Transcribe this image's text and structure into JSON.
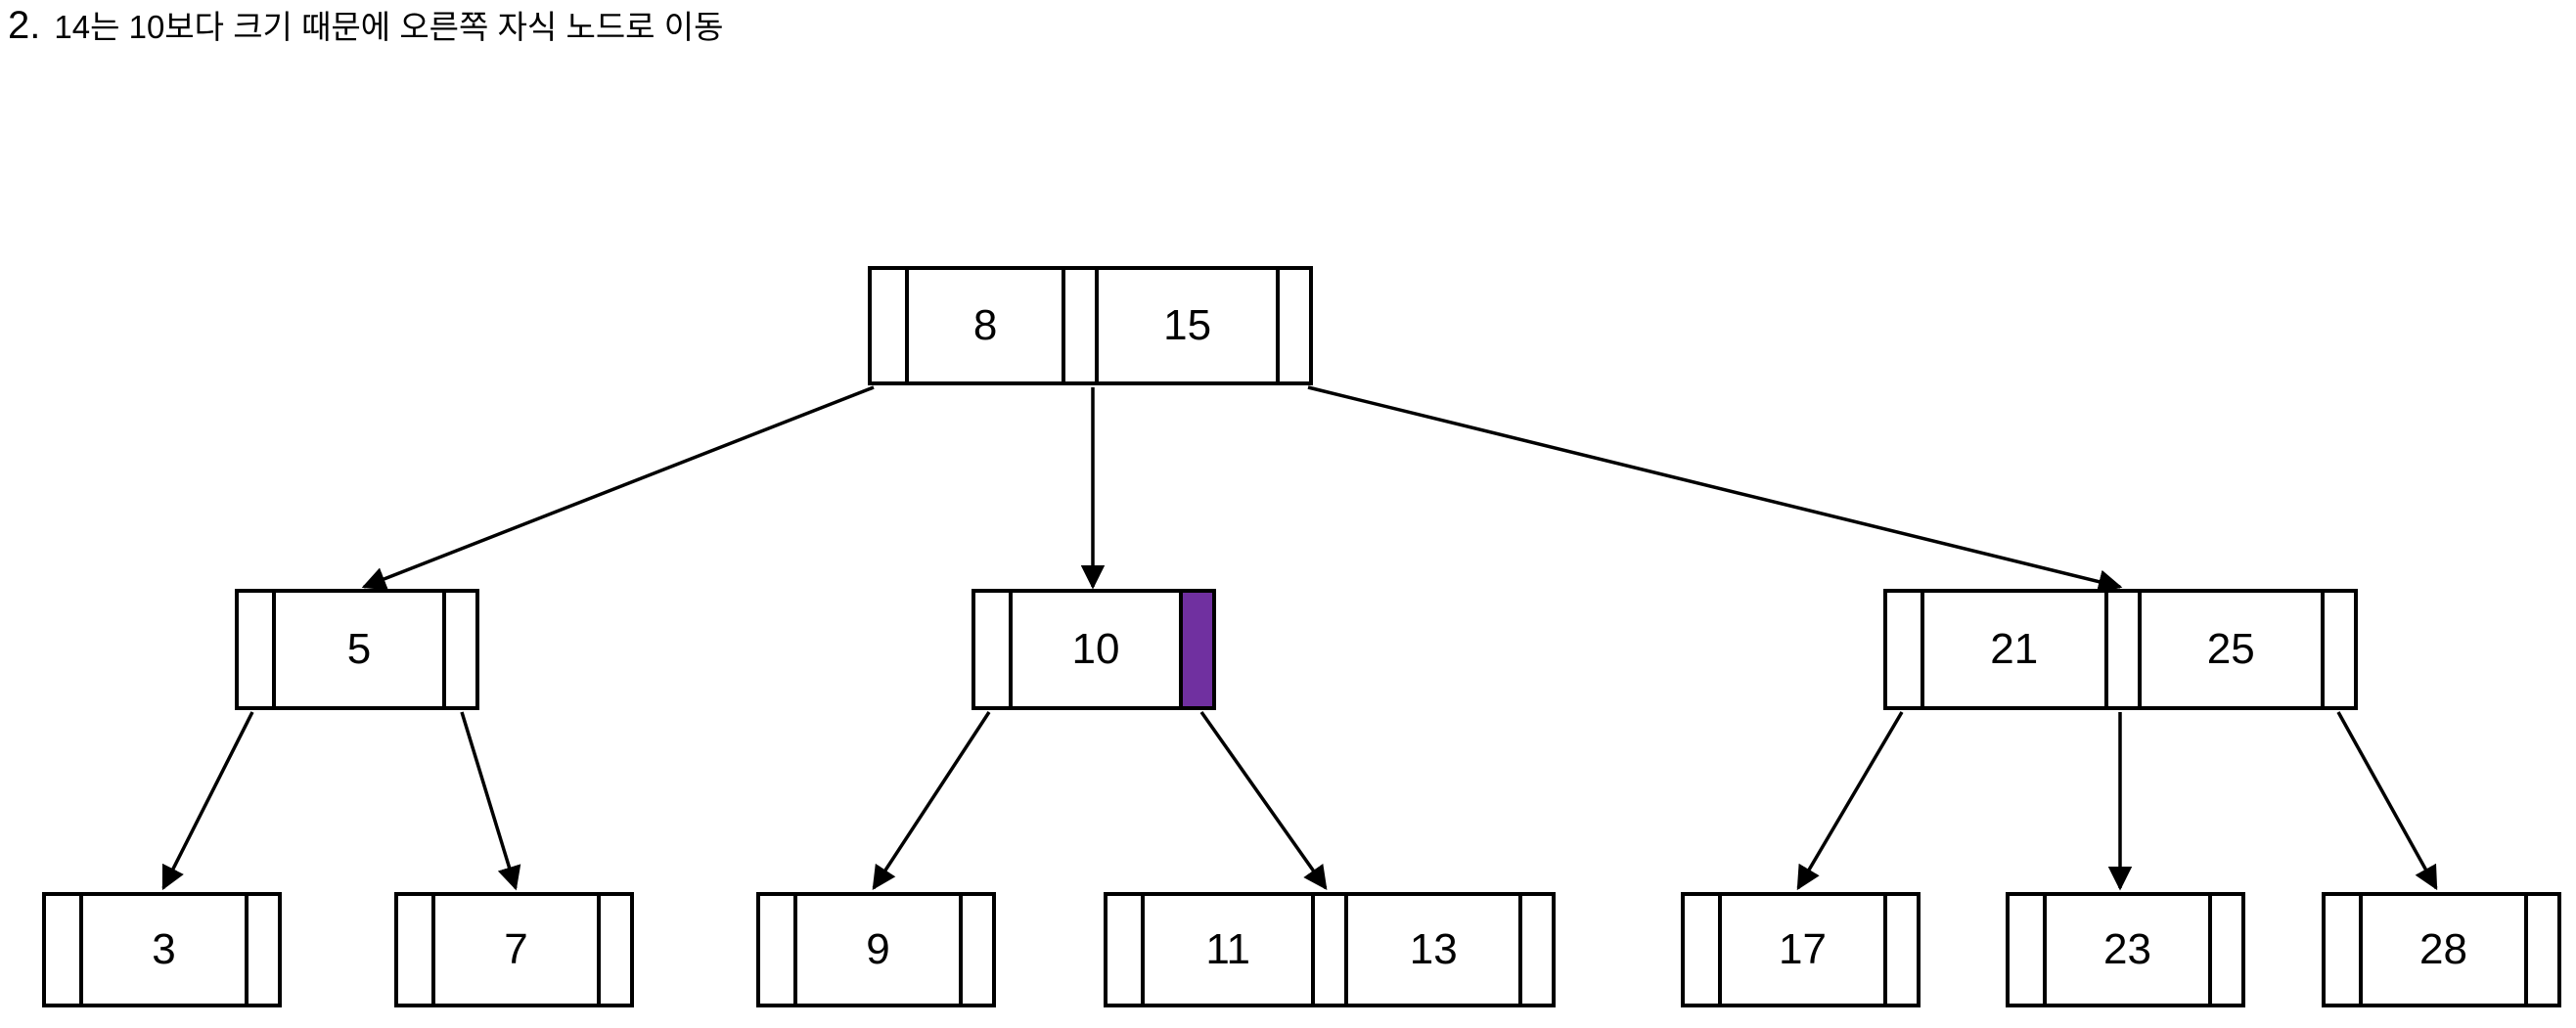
{
  "caption": {
    "number": "2.",
    "text": "14는 10보다 크기 때문에 오른쪽 자식 노드로 이동"
  },
  "colors": {
    "highlight": "#7030A0",
    "stroke": "#000000",
    "node_fill": "#FFFFFF",
    "background": "#FFFFFF"
  },
  "tree": {
    "type": "b-tree",
    "levels": 3,
    "root": {
      "name": "root-node",
      "keys": [
        "8",
        "15"
      ],
      "pointers": 3,
      "highlighted_pointer": null
    },
    "internal": [
      {
        "name": "node-5",
        "keys": [
          "5"
        ],
        "pointers": 2,
        "highlighted_pointer": null
      },
      {
        "name": "node-10",
        "keys": [
          "10"
        ],
        "pointers": 2,
        "highlighted_pointer": 1
      },
      {
        "name": "node-21-25",
        "keys": [
          "21",
          "25"
        ],
        "pointers": 3,
        "highlighted_pointer": null
      }
    ],
    "leaves": [
      {
        "name": "leaf-3",
        "keys": [
          "3"
        ]
      },
      {
        "name": "leaf-7",
        "keys": [
          "7"
        ]
      },
      {
        "name": "leaf-9",
        "keys": [
          "9"
        ]
      },
      {
        "name": "leaf-11-13",
        "keys": [
          "11",
          "13"
        ]
      },
      {
        "name": "leaf-17",
        "keys": [
          "17"
        ]
      },
      {
        "name": "leaf-23",
        "keys": [
          "23"
        ]
      },
      {
        "name": "leaf-28",
        "keys": [
          "28"
        ]
      }
    ]
  }
}
